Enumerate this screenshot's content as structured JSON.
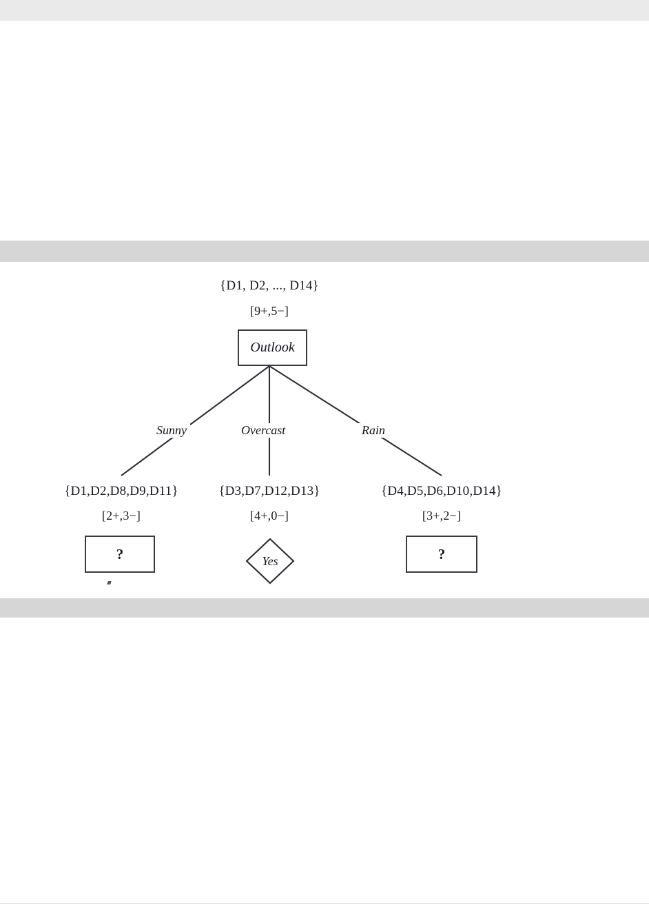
{
  "page": {
    "background": "#ffffff",
    "band_color_top": "#eaeaea",
    "band_color_separator": "#d6d6d6"
  },
  "figure": {
    "type": "decision-tree",
    "root": {
      "set_label": "{D1, D2, ..., D14}",
      "counts_label": "[9+,5−]",
      "node_shape": "rectangle",
      "node_label": "Outlook"
    },
    "branches": [
      {
        "edge_label": "Sunny",
        "set_label": "{D1,D2,D8,D9,D11}",
        "counts_label": "[2+,3−]",
        "node_shape": "rectangle",
        "node_label": "?"
      },
      {
        "edge_label": "Overcast",
        "set_label": "{D3,D7,D12,D13}",
        "counts_label": "[4+,0−]",
        "node_shape": "diamond",
        "node_label": "Yes"
      },
      {
        "edge_label": "Rain",
        "set_label": "{D4,D5,D6,D10,D14}",
        "counts_label": "[3+,2−]",
        "node_shape": "rectangle",
        "node_label": "?"
      }
    ],
    "line_color": "#2f2f38",
    "border_color": "#3a3a42",
    "text_color": "#14141c"
  },
  "chart_data": {
    "type": "table",
    "title": "Decision tree partition of training examples by Outlook",
    "categories": [
      "Sunny",
      "Overcast",
      "Rain"
    ],
    "series": [
      {
        "name": "positive",
        "values": [
          2,
          4,
          3
        ]
      },
      {
        "name": "negative",
        "values": [
          3,
          0,
          2
        ]
      }
    ],
    "root_positive": 9,
    "root_negative": 5,
    "examples": {
      "root": "{D1, D2, ..., D14}",
      "Sunny": "{D1,D2,D8,D9,D11}",
      "Overcast": "{D3,D7,D12,D13}",
      "Rain": "{D4,D5,D6,D10,D14}"
    }
  }
}
